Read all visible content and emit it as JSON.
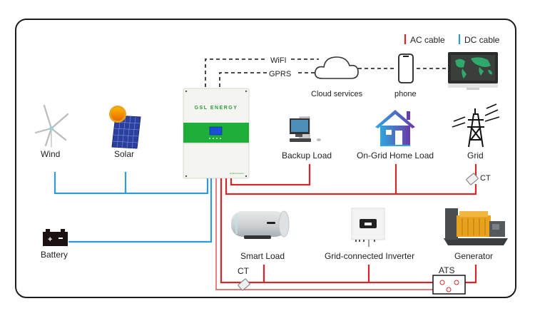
{
  "legend": {
    "ac_label": "AC cable",
    "dc_label": "DC cable",
    "ac_color": "#d7262b",
    "dc_color": "#2f9ad8"
  },
  "communication": {
    "wifi_label": "WiFI",
    "gprs_label": "GPRS",
    "cloud_label": "Cloud services",
    "phone_label": "phone"
  },
  "inverter": {
    "brand": "GSL ENERGY",
    "model_tag": "Hybrid Inverter",
    "panel_color": "#1fae3a"
  },
  "sources": {
    "wind_label": "Wind",
    "solar_label": "Solar",
    "battery_label": "Battery"
  },
  "loads": {
    "backup_label": "Backup Load",
    "home_label": "On-Grid Home Load",
    "grid_label": "Grid",
    "smart_label": "Smart Load",
    "grid_inverter_label": "Grid-connected Inverter",
    "generator_label": "Generator"
  },
  "sensors": {
    "ct_grid_label": "CT",
    "ct_bottom_label": "CT",
    "ats_label": "ATS"
  }
}
